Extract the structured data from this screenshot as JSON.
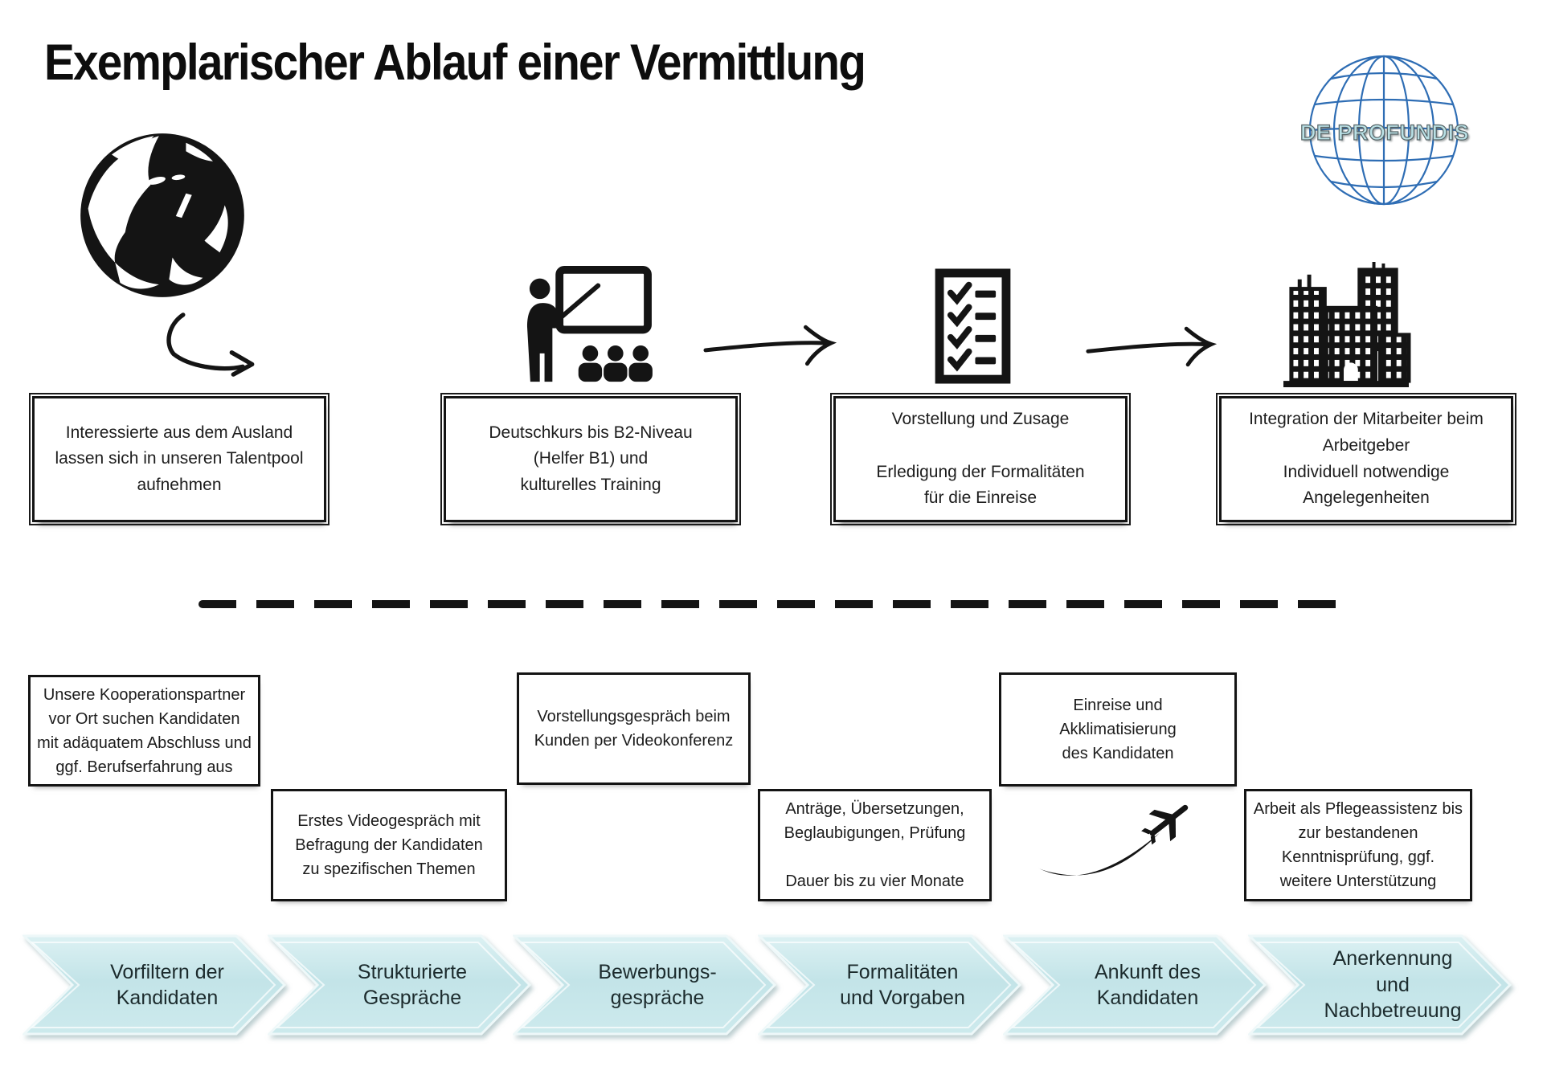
{
  "title": "Exemplarischer Ablauf einer Vermittlung",
  "logo": {
    "text": "DE PROFUNDIS"
  },
  "colors": {
    "ink": "#141414",
    "chevron_fill": "#c7e6ea",
    "chevron_highlight": "#eef8f9",
    "logo_blue": "#2e6db4",
    "logo_text": "#b9e0e5"
  },
  "icons": {
    "logo": "wireframe-globe-logo",
    "step1": "earth-globe-icon",
    "step2": "training-presentation-icon",
    "step3": "checklist-icon",
    "step4": "company-buildings-icon",
    "flow": "sketch-arrow-icon",
    "travel": "airplane-swoosh-icon"
  },
  "top_steps": [
    {
      "icon": "earth-globe-icon",
      "text": "Interessierte aus dem Ausland\nlassen sich in unseren Talentpool\naufnehmen"
    },
    {
      "icon": "training-presentation-icon",
      "text": "Deutschkurs bis B2-Niveau\n(Helfer B1) und\nkulturelles Training"
    },
    {
      "icon": "checklist-icon",
      "text": "Vorstellung und Zusage\n\nErledigung der Formalitäten\nfür die Einreise"
    },
    {
      "icon": "company-buildings-icon",
      "text": "Integration der Mitarbeiter beim\nArbeitgeber\nIndividuell notwendige\nAngelegenheiten"
    }
  ],
  "notes": [
    {
      "text": "Unsere Kooperationspartner\nvor Ort suchen Kandidaten\nmit adäquatem Abschluss und\nggf. Berufserfahrung aus"
    },
    {
      "text": "Erstes Videogespräch mit\nBefragung der Kandidaten\nzu spezifischen Themen"
    },
    {
      "text": "Vorstellungsgespräch beim\nKunden per Videokonferenz"
    },
    {
      "text": "Anträge, Übersetzungen,\nBeglaubigungen, Prüfung\n\nDauer bis zu vier Monate"
    },
    {
      "text": "Einreise und\nAkklimatisierung\ndes Kandidaten"
    },
    {
      "text": "Arbeit als Pflegeassistenz bis\nzur bestandenen\nKenntnisprüfung, ggf.\nweitere Unterstützung"
    }
  ],
  "chevrons": [
    {
      "label": "Vorfiltern der\nKandidaten"
    },
    {
      "label": "Strukturierte\nGespräche"
    },
    {
      "label": "Bewerbungs-\ngespräche"
    },
    {
      "label": "Formalitäten\nund Vorgaben"
    },
    {
      "label": "Ankunft des\nKandidaten"
    },
    {
      "label": "Anerkennung\nund\nNachbetreuung"
    }
  ]
}
